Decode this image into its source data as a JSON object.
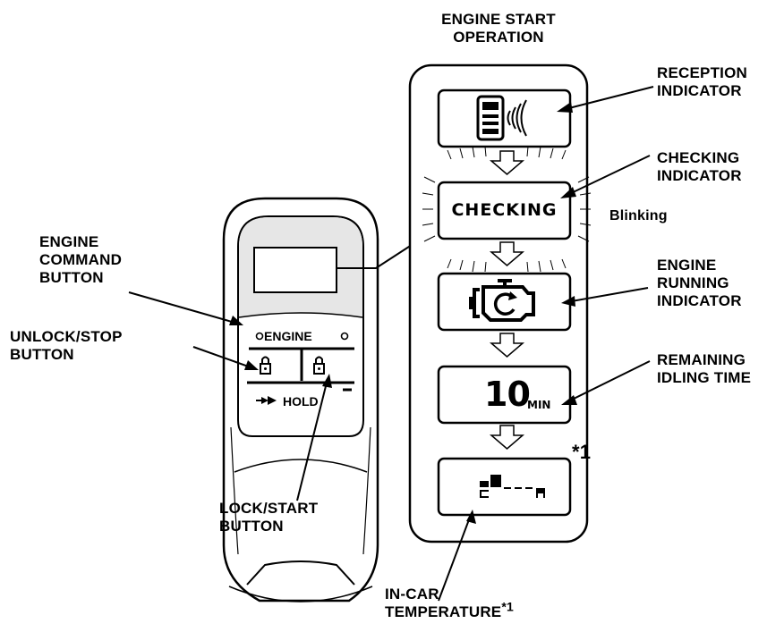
{
  "header": {
    "line1": "ENGINE START",
    "line2": "OPERATION"
  },
  "remote": {
    "engine_label": "ENGINE",
    "hold_label": "HOLD"
  },
  "callouts": {
    "engine_command": {
      "line1": "ENGINE",
      "line2": "COMMAND",
      "line3": "BUTTON"
    },
    "unlock_stop": {
      "line1": "UNLOCK/STOP",
      "line2": "BUTTON"
    },
    "lock_start": {
      "line1": "LOCK/START",
      "line2": "BUTTON"
    },
    "in_car_temp": {
      "line1": "IN-CAR",
      "line2": "TEMPERATURE",
      "footnote": "*1"
    },
    "reception": {
      "line1": "RECEPTION",
      "line2": "INDICATOR"
    },
    "checking": {
      "line1": "CHECKING",
      "line2": "INDICATOR"
    },
    "blinking": "Blinking",
    "engine_running": {
      "line1": "ENGINE",
      "line2": "RUNNING",
      "line3": "INDICATOR"
    },
    "remaining": {
      "line1": "REMAINING",
      "line2": "IDLING TIME"
    }
  },
  "indicators": {
    "checking_text": "CHECKING",
    "time_number": "10",
    "time_unit": "MIN",
    "temp_footnote": "*1"
  },
  "icons": [
    "remote-signal-icon",
    "engine-icon",
    "arrow-down-icon",
    "temperature-bar-icon",
    "lock-icon"
  ]
}
